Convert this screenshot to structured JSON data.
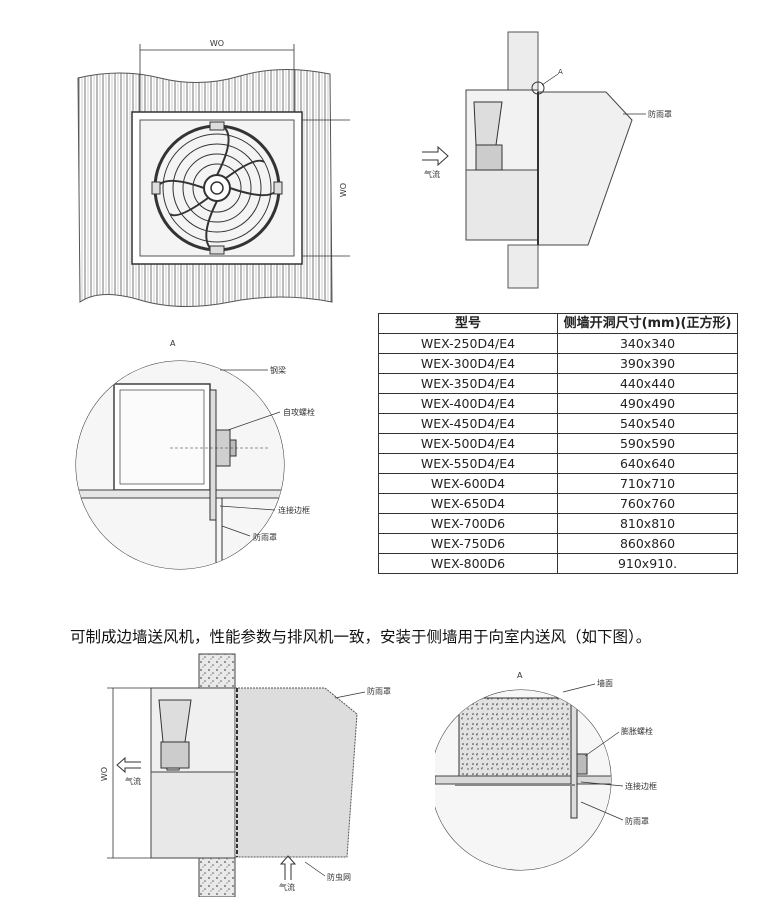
{
  "figure_top_left": {
    "dim_width": "WO",
    "dim_height": "WO"
  },
  "figure_top_right": {
    "detail_marker": "A",
    "hood_label": "防雨罩",
    "airflow_label": "气流"
  },
  "detail_a_top": {
    "marker": "A",
    "labels": {
      "steel_beam": "钢梁",
      "self_tapping_bolt": "自攻螺栓",
      "connecting_frame": "连接边框",
      "rain_hood": "防雨罩"
    }
  },
  "spec_table": {
    "headers": [
      "型号",
      "侧墙开洞尺寸(mm)(正方形)"
    ],
    "rows": [
      [
        "WEX-250D4/E4",
        "340x340"
      ],
      [
        "WEX-300D4/E4",
        "390x390"
      ],
      [
        "WEX-350D4/E4",
        "440x440"
      ],
      [
        "WEX-400D4/E4",
        "490x490"
      ],
      [
        "WEX-450D4/E4",
        "540x540"
      ],
      [
        "WEX-500D4/E4",
        "590x590"
      ],
      [
        "WEX-550D4/E4",
        "640x640"
      ],
      [
        "WEX-600D4",
        "710x710"
      ],
      [
        "WEX-650D4",
        "760x760"
      ],
      [
        "WEX-700D6",
        "810x810"
      ],
      [
        "WEX-750D6",
        "860x860"
      ],
      [
        "WEX-800D6",
        "910x910."
      ]
    ]
  },
  "caption": "可制成边墙送风机，性能参数与排风机一致，安装于侧墙用于向室内送风（如下图）。",
  "figure_bottom_left": {
    "dim_height": "WO",
    "hood_label": "防雨罩",
    "airflow_left": "气流",
    "airflow_bottom": "气流",
    "insect_net_label": "防虫网"
  },
  "detail_a_bottom": {
    "marker": "A",
    "labels": {
      "wall": "墙面",
      "expansion_bolt": "膨胀螺栓",
      "connecting_frame": "连接边框",
      "rain_hood": "防雨罩"
    }
  }
}
